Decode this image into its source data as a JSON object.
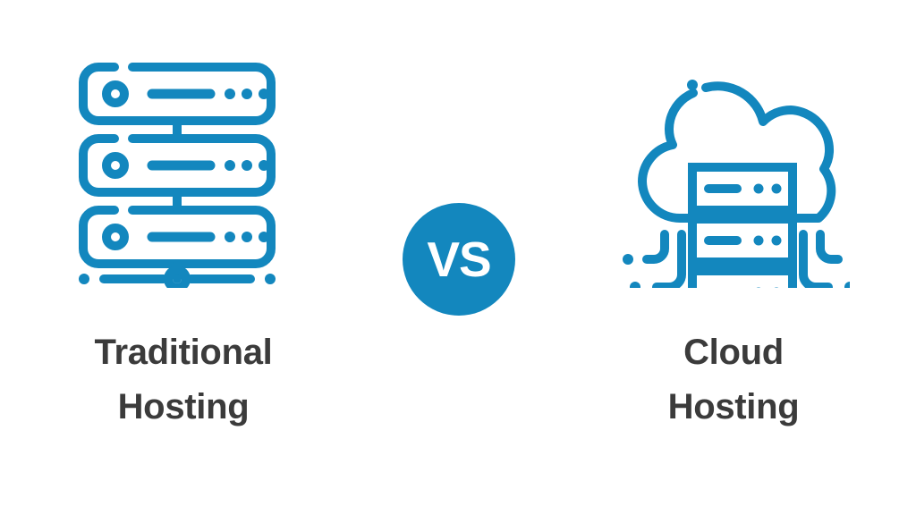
{
  "theme": {
    "background": "#ffffff",
    "accent_blue": "#1387be",
    "text_dark": "#3b3b3b",
    "badge_text": "#ffffff"
  },
  "comparison": {
    "left": {
      "icon_name": "traditional-server-rack-icon",
      "label": "Traditional\nHosting",
      "label_line_1": "Traditional",
      "label_line_2": "Hosting"
    },
    "divider": {
      "icon_name": "vs-badge",
      "text": "VS"
    },
    "right": {
      "icon_name": "cloud-server-icon",
      "label": "Cloud\nHosting",
      "label_line_1": "Cloud",
      "label_line_2": "Hosting"
    }
  }
}
